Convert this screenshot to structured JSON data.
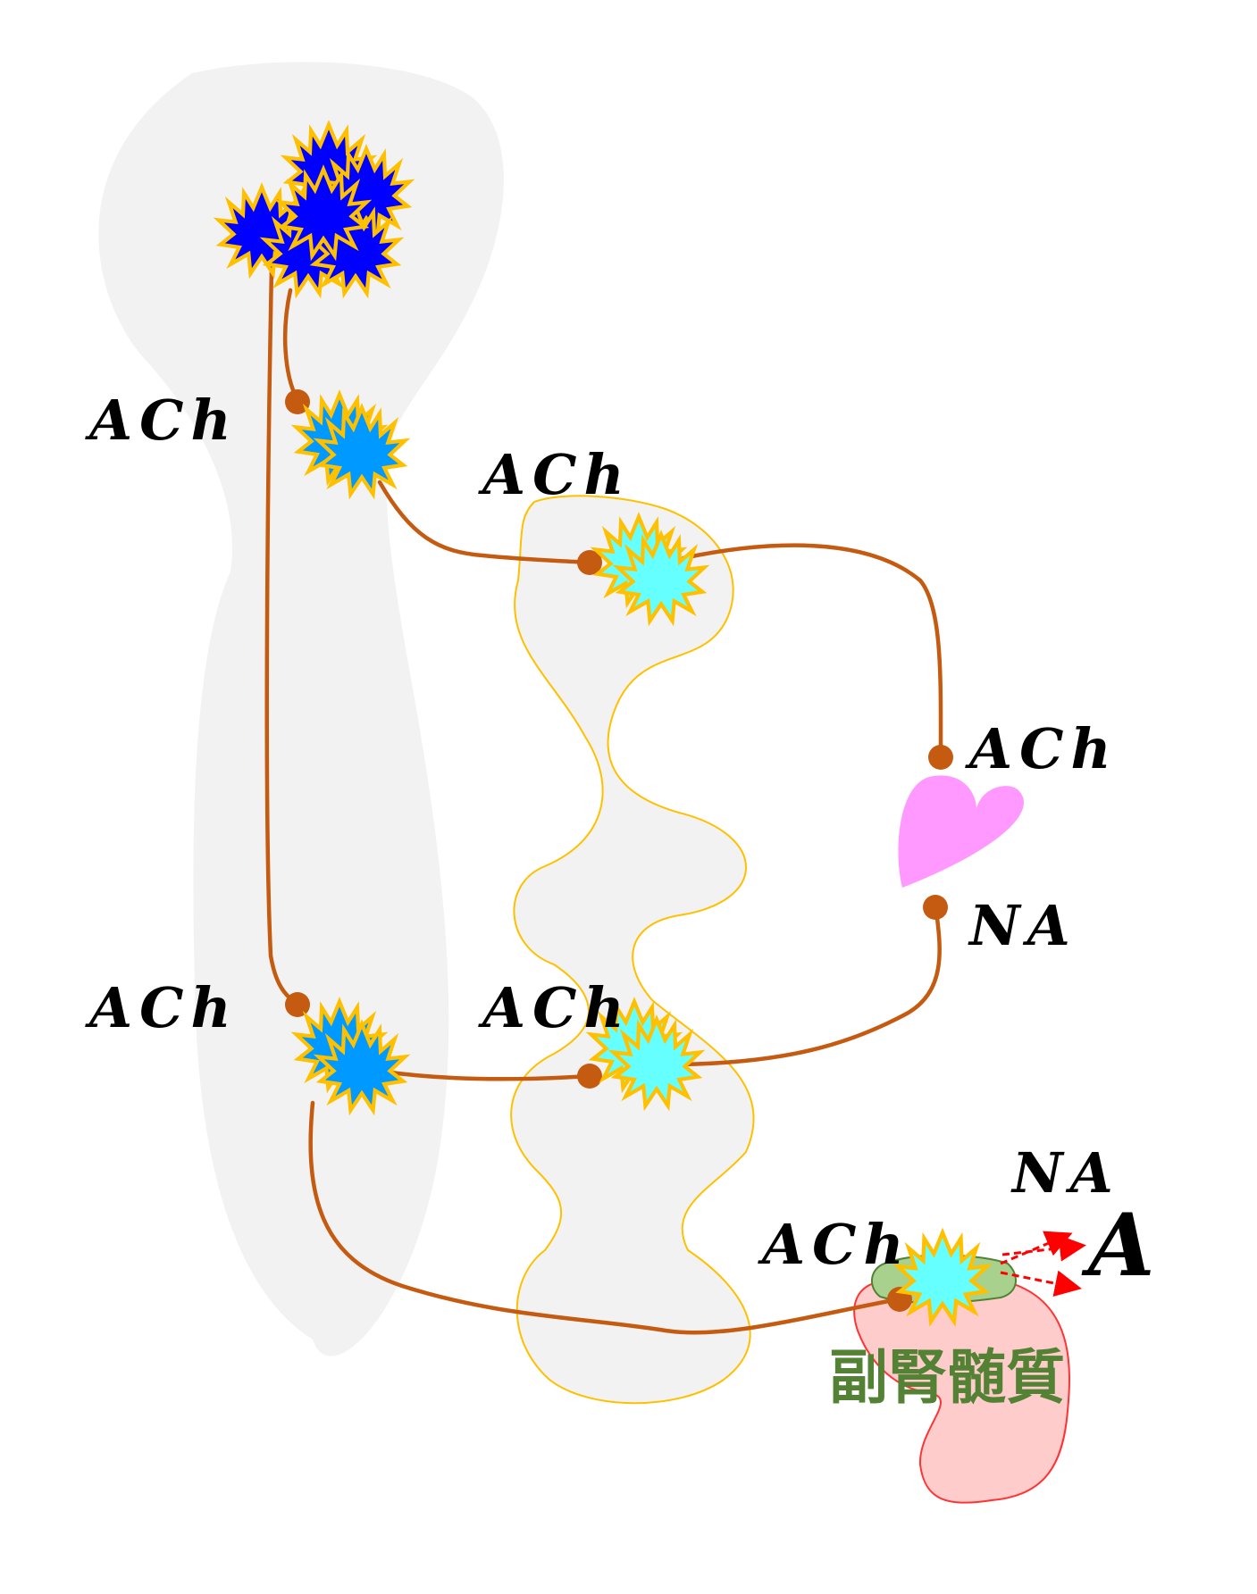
{
  "title": "Autonomic nervous system: sympathetic and parasympathetic pathways",
  "labels": {
    "ach_upper_left": "ACh",
    "ach_upper_ganglion": "ACh",
    "ach_heart": "ACh",
    "na_heart": "NA",
    "ach_lower_left": "ACh",
    "ach_lower_ganglion": "ACh",
    "na_adrenal": "NA",
    "a_adrenal": "A",
    "ach_adrenal": "ACh",
    "adrenal_medulla": "副腎髄質"
  },
  "colors": {
    "cns_region": "#f2f2f2",
    "ganglion_chain_outline": "#ffc000",
    "axon": "#c55a11",
    "brain_neuron": "#0000ff",
    "spinal_neuron": "#0099ff",
    "ganglion_neuron": "#66ffff",
    "neuron_outline": "#ffc000",
    "heart": "#ff99ff",
    "adrenal_gland": "#ffcccc",
    "adrenal_gland_outline": "#ff3333",
    "adrenal_medulla": "#a9d18e",
    "adrenal_label": "#548235",
    "secretion_arrows": "#ff0000"
  }
}
